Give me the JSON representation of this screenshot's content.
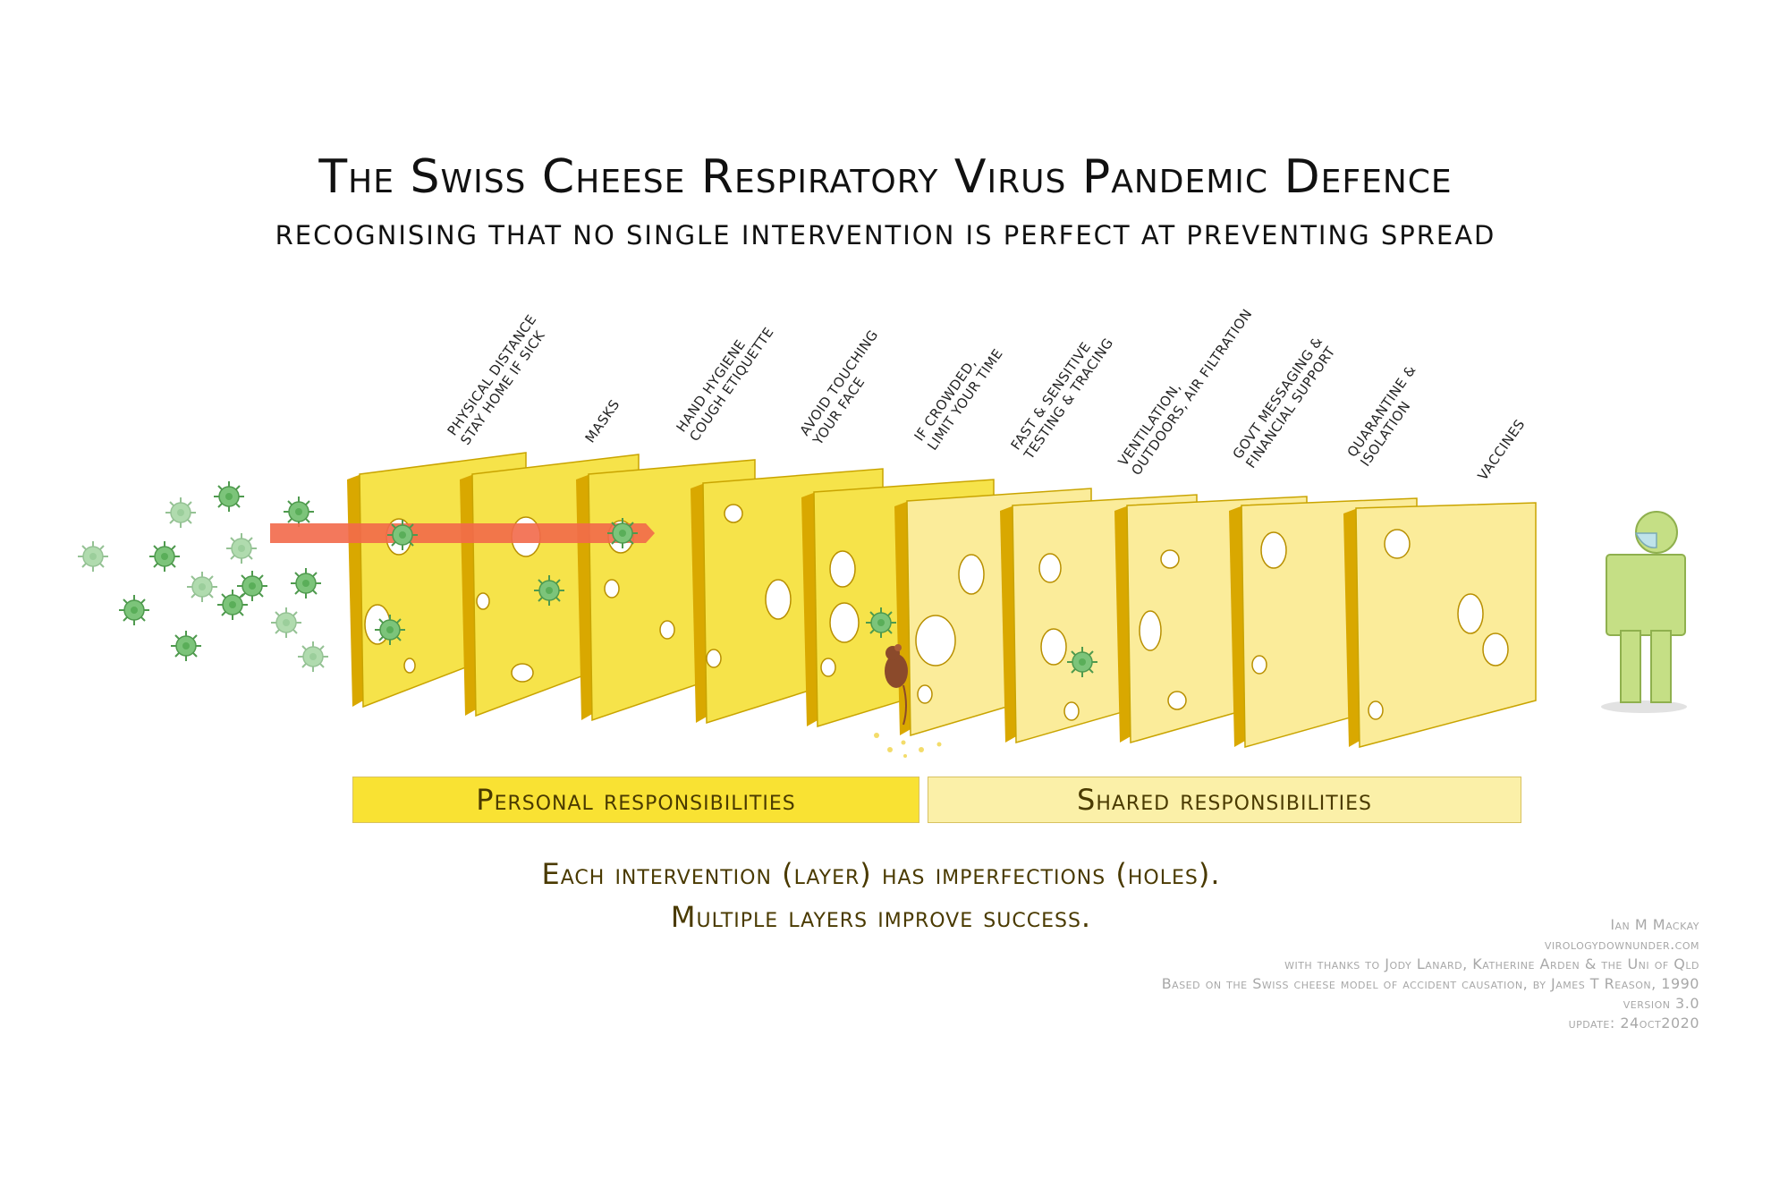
{
  "title": "The Swiss Cheese Respiratory Virus Pandemic Defence",
  "subtitle": "Recognising that no single intervention is perfect at preventing spread",
  "layers": [
    {
      "line1": "Physical distance",
      "line2": "stay home if sick"
    },
    {
      "line1": "Masks",
      "line2": ""
    },
    {
      "line1": "Hand hygiene",
      "line2": "cough etiquette"
    },
    {
      "line1": "Avoid touching",
      "line2": "your face"
    },
    {
      "line1": "If crowded,",
      "line2": "limit your time"
    },
    {
      "line1": "Fast & sensitive",
      "line2": "testing & tracing"
    },
    {
      "line1": "Ventilation,",
      "line2": "outdoors, air filtration"
    },
    {
      "line1": "Govt messaging &",
      "line2": "financial support"
    },
    {
      "line1": "Quarantine &",
      "line2": "isolation"
    },
    {
      "line1": "Vaccines",
      "line2": ""
    }
  ],
  "bands": {
    "personal": "Personal responsibilities",
    "shared": "Shared responsibilities"
  },
  "caption": {
    "line1": "Each intervention (layer) has imperfections (holes).",
    "line2": "Multiple layers improve success."
  },
  "credits": {
    "author": "Ian M Mackay",
    "site": "virologydownunder.com",
    "thanks": "with thanks to Jody Lanard, Katherine Arden & the Uni of Qld",
    "based": "Based on the Swiss cheese model of accident causation, by James T Reason, 1990",
    "version": "version 3.0",
    "update": "update: 24oct2020"
  },
  "colors": {
    "personal_cheese": "#f6e34a",
    "shared_cheese": "#fbec9a",
    "cheese_edge": "#d9a800",
    "virus": "#7cc47a",
    "arrow": "#f2694a",
    "person": "#c5df85"
  }
}
